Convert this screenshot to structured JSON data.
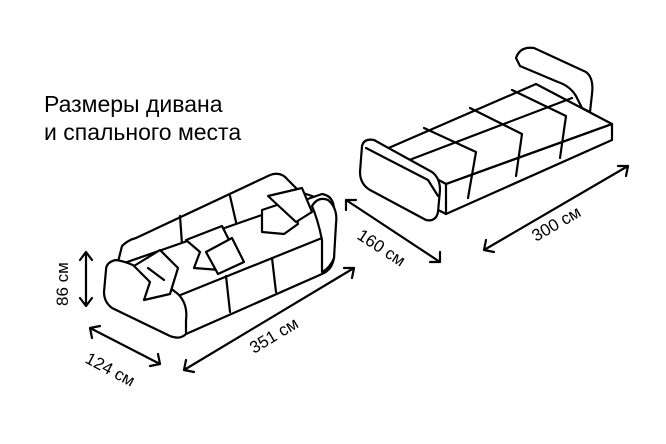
{
  "title": {
    "line1": "Размеры дивана",
    "line2": "и спального места"
  },
  "dimensions": {
    "sofa_height": "86 см",
    "sofa_depth": "124 см",
    "sofa_length": "351 см",
    "bed_width": "160 см",
    "bed_length": "300 см"
  },
  "colors": {
    "line": "#000000",
    "background": "#ffffff"
  }
}
